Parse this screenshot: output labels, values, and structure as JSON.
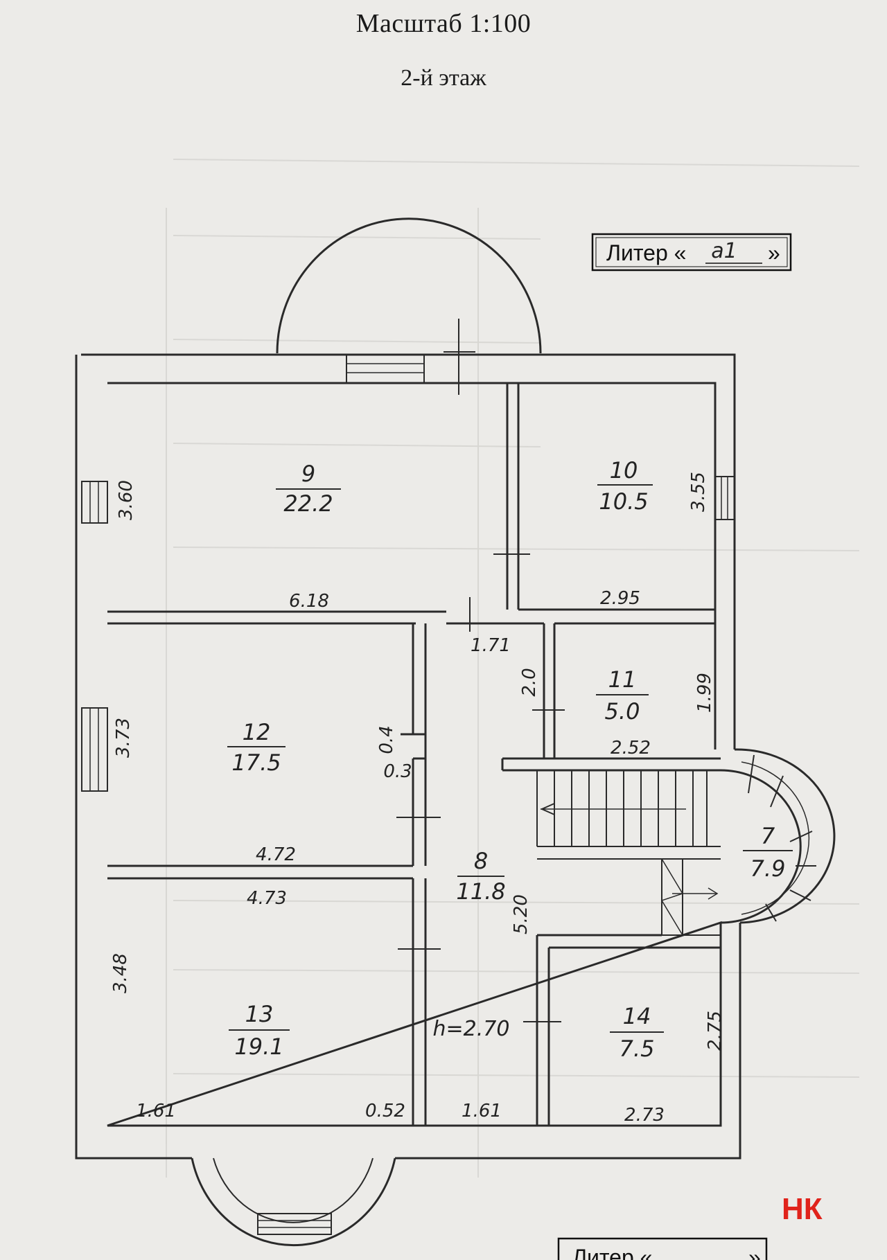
{
  "header": {
    "scale": "Масштаб 1:100",
    "floor": "2-й этаж"
  },
  "liter_stamp": {
    "prefix": "Литер «",
    "value": "а1",
    "suffix": "»"
  },
  "liter_stamp_bottom": {
    "prefix": "Литер «",
    "suffix": "»"
  },
  "rooms": [
    {
      "number": "9",
      "area": "22.2"
    },
    {
      "number": "10",
      "area": "10.5"
    },
    {
      "number": "11",
      "area": "5.0"
    },
    {
      "number": "12",
      "area": "17.5"
    },
    {
      "number": "8",
      "area": "11.8"
    },
    {
      "number": "7",
      "area": "7.9"
    },
    {
      "number": "13",
      "area": "19.1"
    },
    {
      "number": "14",
      "area": "7.5"
    }
  ],
  "dimensions": {
    "d_360": "3.60",
    "d_355": "3.55",
    "d_618": "6.18",
    "d_295": "2.95",
    "d_171": "1.71",
    "d_20": "2.0",
    "d_199": "1.99",
    "d_252": "2.52",
    "d_373": "3.73",
    "d_04": "0.4",
    "d_03": "0.3",
    "d_472": "4.72",
    "d_473": "4.73",
    "d_520": "5.20",
    "d_348": "3.48",
    "d_275": "2.75",
    "d_161a": "1.61",
    "d_052": "0.52",
    "d_161b": "1.61",
    "d_273": "2.73"
  },
  "ceiling_height": "h=2.70",
  "logo": {
    "text": "НК",
    "color": "#e0231b"
  },
  "colors": {
    "paper": "#ecebe8",
    "ink": "#2a2a2a"
  }
}
